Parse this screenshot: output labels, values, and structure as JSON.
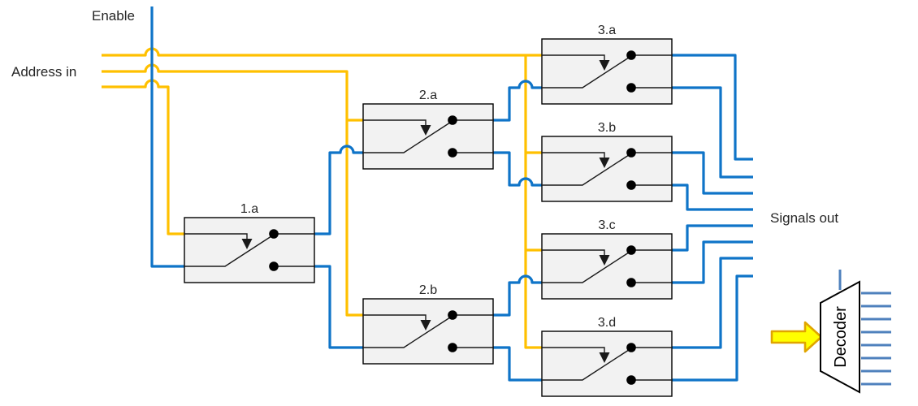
{
  "labels": {
    "enable": "Enable",
    "address_in": "Address in",
    "signals_out": "Signals out"
  },
  "switches": [
    {
      "label": "1.a"
    },
    {
      "label": "2.a"
    },
    {
      "label": "2.b"
    },
    {
      "label": "3.a"
    },
    {
      "label": "3.b"
    },
    {
      "label": "3.c"
    },
    {
      "label": "3.d"
    }
  ],
  "decoder": {
    "label": "Decoder",
    "output_line_count": 8,
    "enable_line_count": 1
  },
  "counts": {
    "address_input_lines": 3,
    "signal_output_lines": 8,
    "switch_stages": 3
  },
  "colors": {
    "wire_blue": "#0f74c8",
    "wire_yellow": "#ffc000",
    "decoder_blue": "#4f81bd",
    "arrow_fill": "#ffff00",
    "arrow_outline": "#e0a500",
    "box_fill": "#f2f2f2",
    "box_border": "#000000",
    "text_color": "#262626"
  }
}
